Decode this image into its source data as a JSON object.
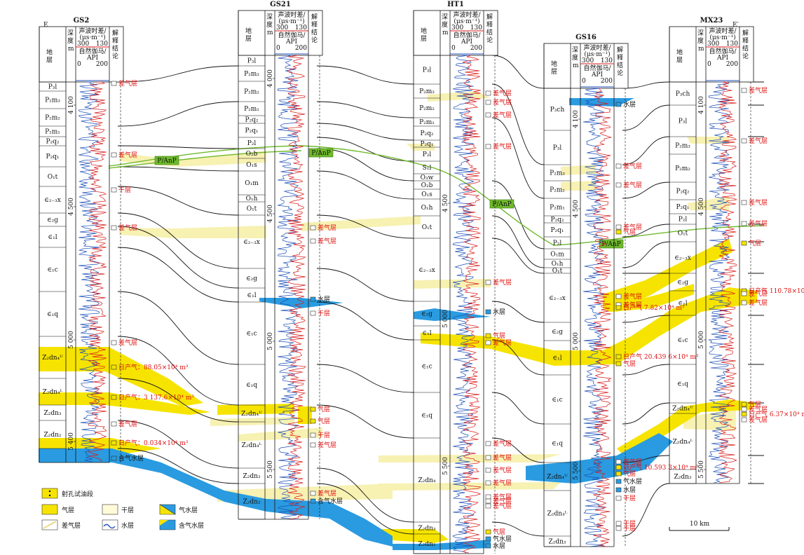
{
  "section_ends": {
    "left": "E",
    "right": "E′"
  },
  "header_labels": {
    "strata": "地层",
    "depth": "深度/m",
    "sonic": "声波时差/(μs·m⁻¹)",
    "sonic_scale": [
      "300",
      "130"
    ],
    "gamma": "自然伽马/API",
    "gamma_scale": [
      "0",
      "200"
    ],
    "conclusion": "解释结论"
  },
  "wells": [
    {
      "name": "GS2",
      "depths": [
        "4 100",
        "4 500",
        "5 000",
        "5 400"
      ],
      "layers": [
        "P₃l",
        "P₂m₃",
        "P₂m₂",
        "P₂m₁",
        "P₂q₂",
        "P₂q₁",
        "O₁t",
        "∈₂₋₃x",
        "∈₂g",
        "∈₁l",
        "∈₁c",
        "∈₁q",
        "Z₂dn₄ᵁ",
        "Z₂dn₄ᴸ",
        "Z₂dn₃",
        "Z₂dn₂"
      ],
      "conclusions": [
        "差气层",
        "差气层",
        "干层",
        "差气层",
        "差气层",
        "日产气：88.05×10⁴ m³",
        "日产气：3 137.6×10⁴ m³",
        "差气层",
        "日产气：0.034×10⁴ m³",
        "含气水层"
      ]
    },
    {
      "name": "GS21",
      "depths": [
        "4 000",
        "4 500",
        "5 000",
        "5 500"
      ],
      "layers": [
        "P₃l",
        "P₂m₃",
        "P₂m₂",
        "P₂m₁",
        "P₂q₂",
        "P₂q₁",
        "P₂l",
        "O₂b",
        "O₁s",
        "O₁m",
        "O₁h",
        "O₁t",
        "∈₂₋₃x",
        "∈₂g",
        "∈₁l",
        "∈₁c",
        "∈₁q",
        "Z₂dn₄ᵁ",
        "Z₂dn₄ᴸ",
        "Z₂dn₃",
        "Z₂dn₂"
      ],
      "conclusions": [
        "差气层",
        "差气层",
        "水层",
        "干层",
        "气层",
        "气层",
        "干层",
        "差气层",
        "差气层",
        "含气水层"
      ]
    },
    {
      "name": "HT1",
      "depths": [
        "4 500",
        "5 000",
        "5 500"
      ],
      "layers": [
        "P₃l",
        "P₂m₃",
        "P₂m₂",
        "P₂m₁",
        "P₂q₂",
        "P₂q₁",
        "P₂l",
        "S₁l",
        "O₃w",
        "O₂b",
        "O₁s",
        "O₁h",
        "O₁t",
        "∈₂₋₃x",
        "∈₂g",
        "∈₁l",
        "∈₁c",
        "∈₁q",
        "Z₂dn₄",
        "Z₂dn₃",
        "Z₂dn₂"
      ],
      "conclusions": [
        "差气层",
        "差气层",
        "差气层",
        "差气层",
        "差气层",
        "水层",
        "气层",
        "差气层",
        "差气层",
        "差气层",
        "差气层",
        "差气层",
        "差气层",
        "差气层",
        "差气层",
        "气层",
        "气水层",
        "水层"
      ]
    },
    {
      "name": "GS16",
      "depths": [
        "4 100",
        "4 500",
        "5 000",
        "5 500"
      ],
      "layers": [
        "P₃ch",
        "P₃l",
        "P₂m₃",
        "P₂m₂",
        "P₂m₁",
        "P₂q₂",
        "P₂q₁",
        "P₂l",
        "O₁m",
        "O₁h",
        "O₁t",
        "∈₂₋₃x",
        "∈₂g",
        "∈₁l",
        "∈₁c",
        "∈₁q",
        "Z₂dn₄ᵁ",
        "Z₂dn₄ᴸ",
        "Z₂dn₃"
      ],
      "conclusions": [
        "水层",
        "差气层",
        "差气层",
        "差气层",
        "气层",
        "差气层",
        "差气层",
        "日产气 7.82×10⁴ m³",
        "日产气 20.439 6×10⁴ m³",
        "气层",
        "差气层",
        "日产气 10.593 3×10⁴ m³",
        "气层",
        "气水层",
        "水层",
        "干层",
        "干层",
        "干层"
      ]
    },
    {
      "name": "MX23",
      "depths": [
        "4 100",
        "4 500",
        "5 000",
        "5 500"
      ],
      "layers": [
        "P₃ch",
        "P₃l",
        "P₂m₃",
        "P₂m₂",
        "P₂q₂",
        "P₂q₁",
        "P₂l",
        "O₁t",
        "∈₂₋₃x",
        "∈₂g",
        "∈₁l",
        "∈₁c",
        "∈₁q",
        "Z₂dn₄ᵁ",
        "Z₂dn₄ᴸ",
        "Z₂dn₃"
      ],
      "conclusions": [
        "差气层",
        "差气层",
        "差气层",
        "差气层",
        "气层",
        "日产气 110.78×10⁴ m³",
        "差气层",
        "差气层",
        "气层",
        "差气层",
        "日产气 6.37×10⁴ m³",
        "差气层"
      ]
    }
  ],
  "unconformity_label": "P/AnP",
  "legend": [
    {
      "key": "perforation",
      "label": "射孔试油段"
    },
    {
      "key": "gas",
      "label": "气层"
    },
    {
      "key": "dry",
      "label": "干层"
    },
    {
      "key": "gaswater",
      "label": "气水层"
    },
    {
      "key": "poorgas",
      "label": "差气层"
    },
    {
      "key": "water",
      "label": "水层"
    },
    {
      "key": "gasbearingwater",
      "label": "含气水层"
    }
  ],
  "scale_bar": "10 km",
  "colors": {
    "gas": "#f6e400",
    "water": "#2a9be0",
    "poorgas": "#f7f1b2",
    "unconformity": "#6fba2c",
    "sonic": "#d81e1e",
    "gamma": "#1c4fb8"
  }
}
